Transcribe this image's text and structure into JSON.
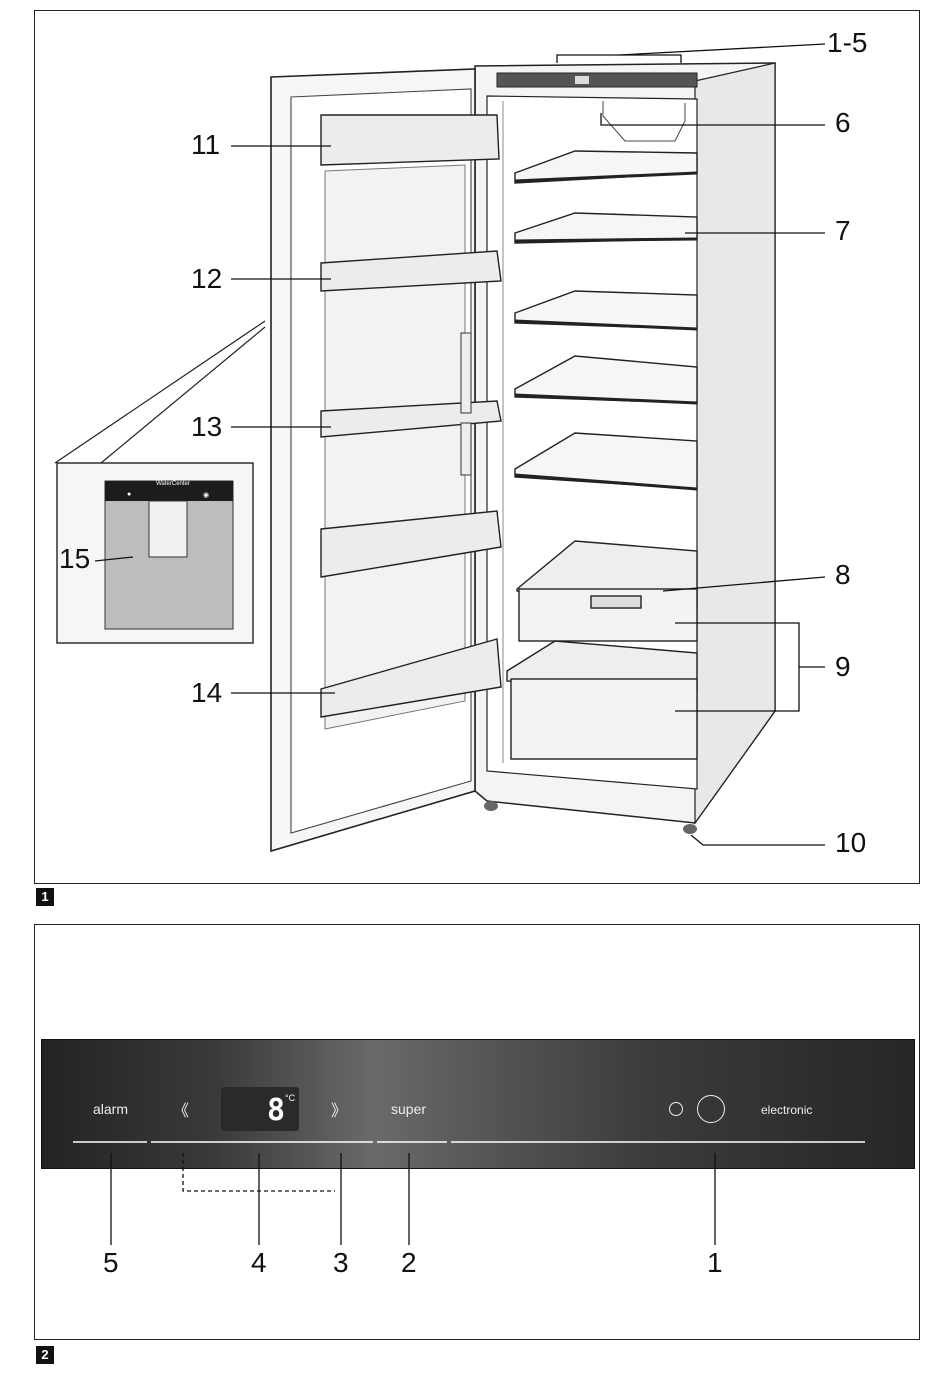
{
  "figures": [
    {
      "tag": "1"
    },
    {
      "tag": "2"
    }
  ],
  "fig1": {
    "callouts": [
      "1-5",
      "6",
      "7",
      "8",
      "9",
      "10",
      "11",
      "12",
      "13",
      "14",
      "15"
    ],
    "watercenter_label": "WaterCenter"
  },
  "fig2": {
    "panel": {
      "alarm_label": "alarm",
      "super_label": "super",
      "electronic_label": "electronic",
      "temperature_value": "8",
      "temperature_unit": "°C",
      "left_arrow_glyph": "《",
      "right_arrow_glyph": "》"
    },
    "callouts": [
      "5",
      "4",
      "3",
      "2",
      "1"
    ]
  },
  "colors": {
    "panel_dark": "#1f1f1f",
    "panel_mid": "#5a5a5a",
    "line": "#111111"
  }
}
